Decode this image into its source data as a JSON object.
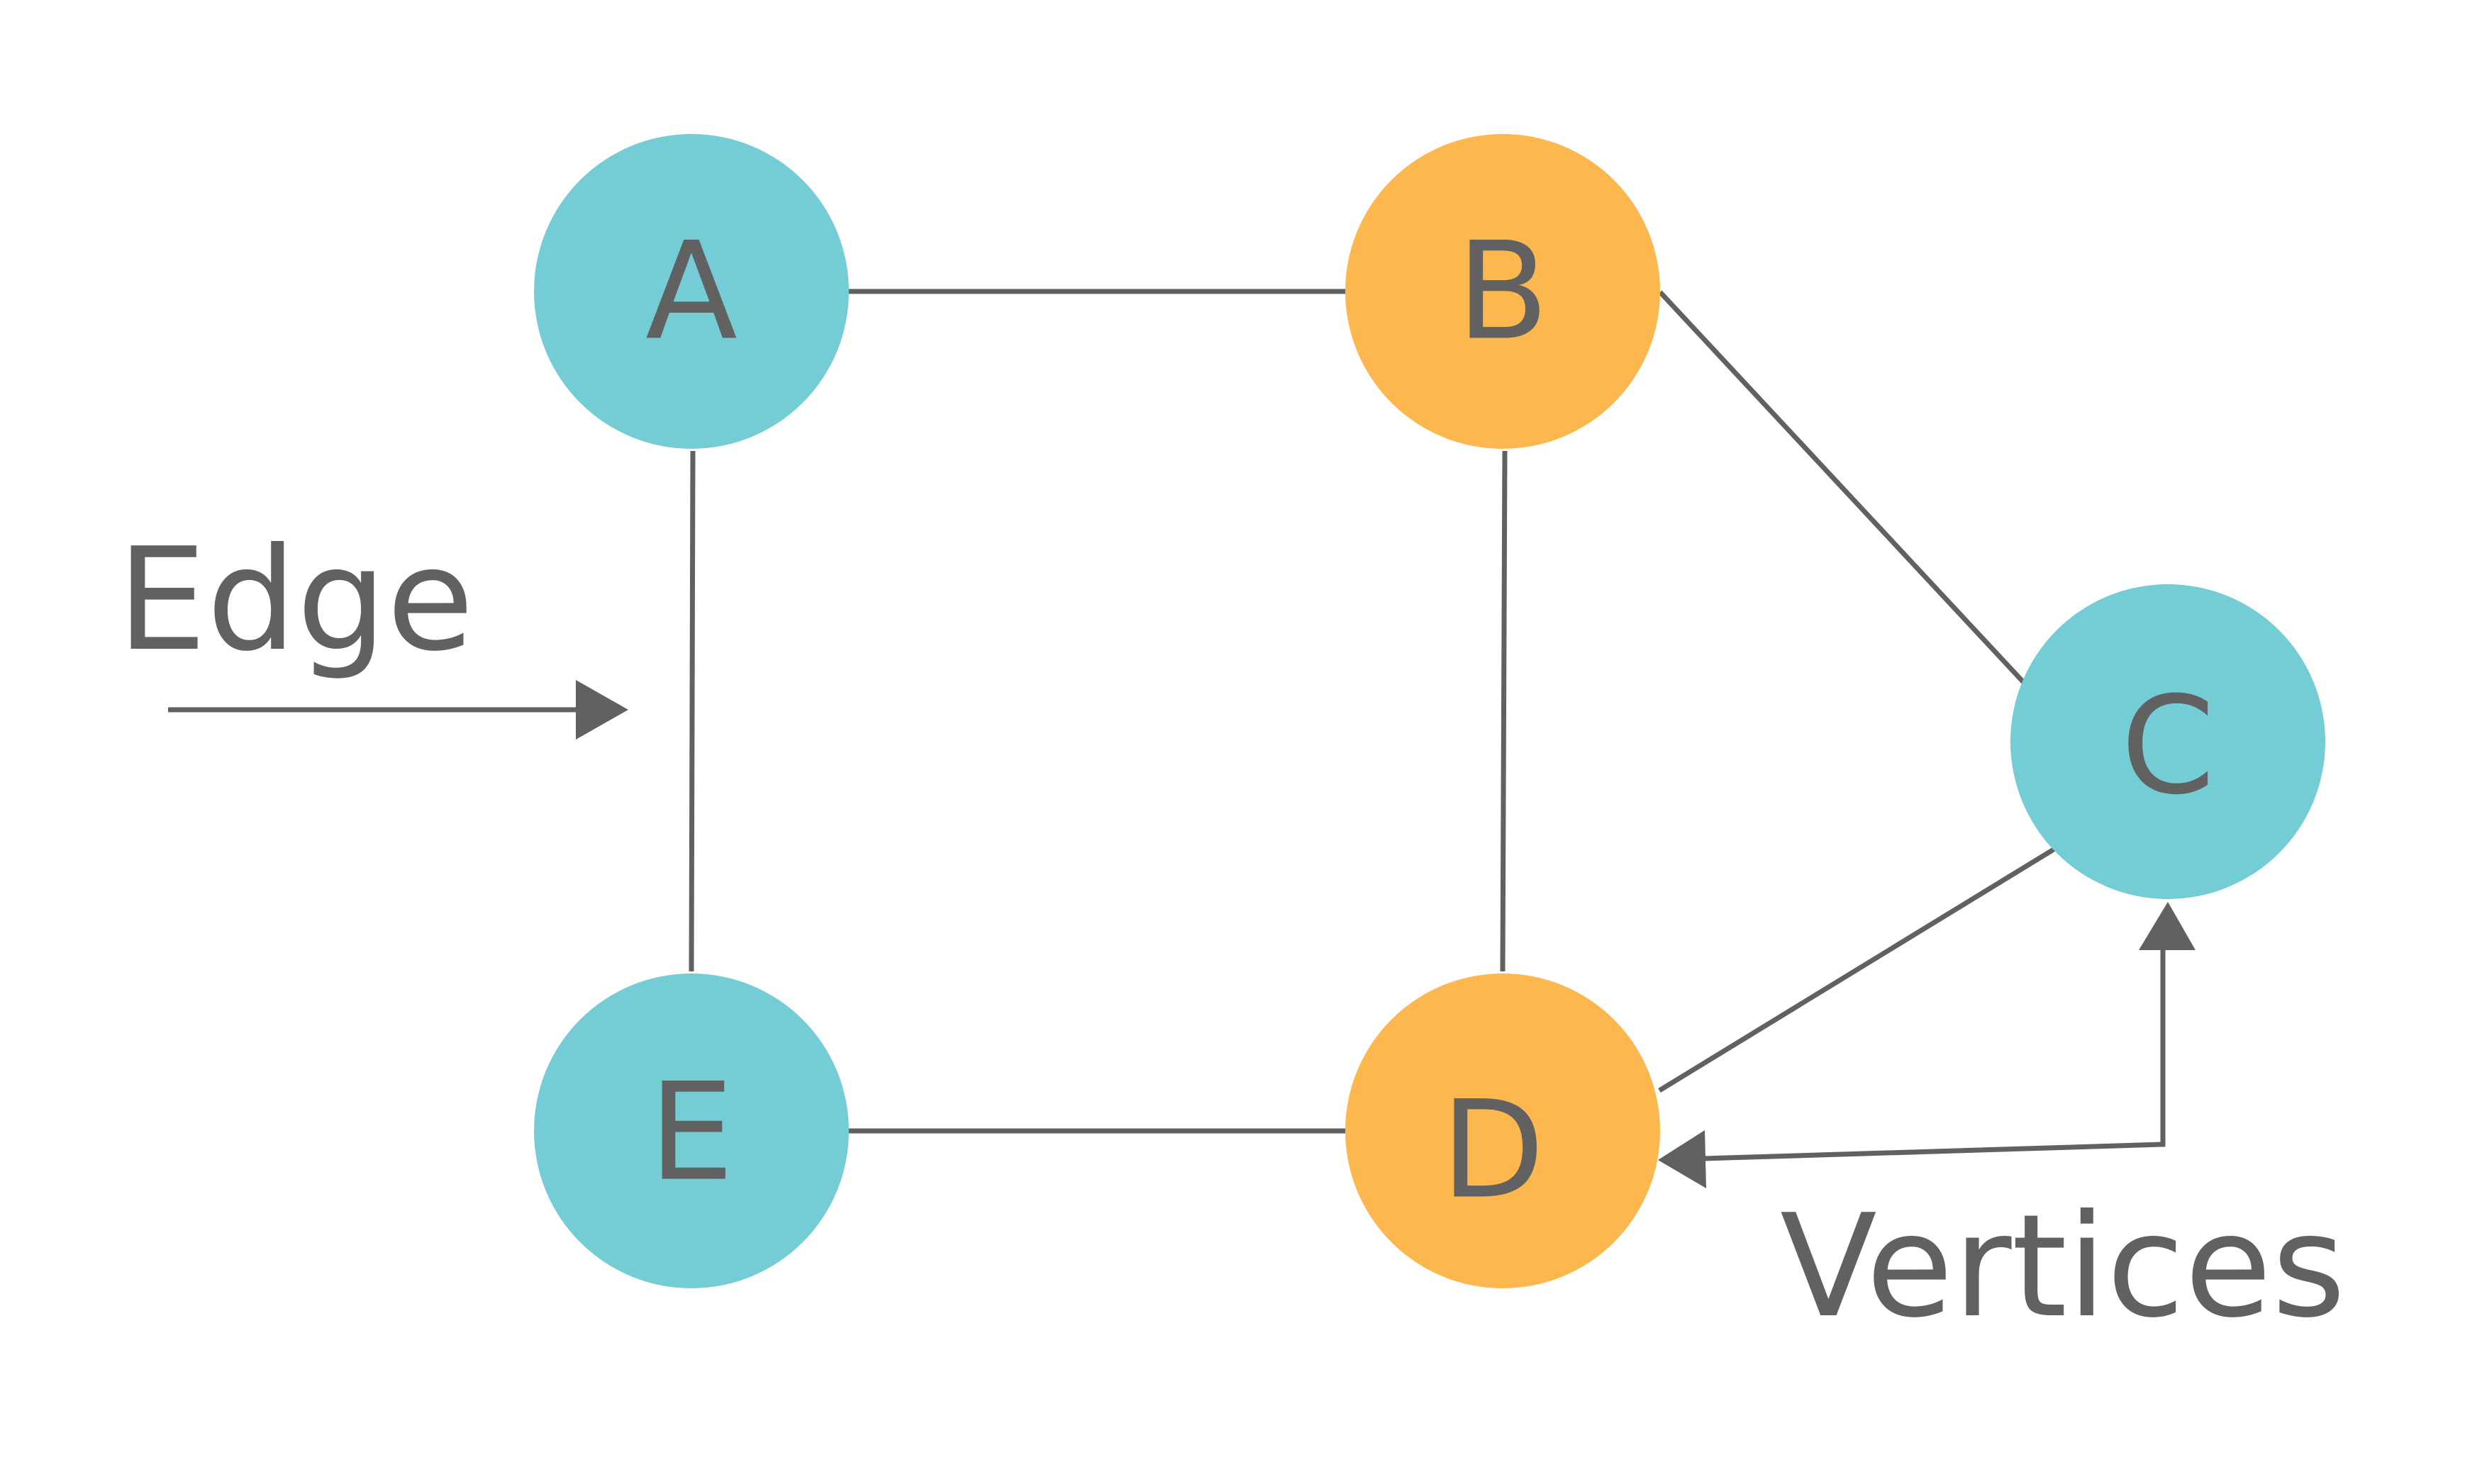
{
  "colors": {
    "teal": "#74CCD4",
    "orange": "#FCB84F",
    "ink": "#616161",
    "background": "#FFFFFF"
  },
  "nodes": [
    {
      "id": "A",
      "label": "A",
      "color": "teal"
    },
    {
      "id": "B",
      "label": "B",
      "color": "orange"
    },
    {
      "id": "C",
      "label": "C",
      "color": "teal"
    },
    {
      "id": "D",
      "label": "D",
      "color": "orange"
    },
    {
      "id": "E",
      "label": "E",
      "color": "teal"
    }
  ],
  "edges": [
    {
      "from": "A",
      "to": "B"
    },
    {
      "from": "A",
      "to": "E"
    },
    {
      "from": "B",
      "to": "D"
    },
    {
      "from": "B",
      "to": "C"
    },
    {
      "from": "C",
      "to": "D"
    },
    {
      "from": "E",
      "to": "D"
    }
  ],
  "annotations": {
    "edge_label": "Edge",
    "vertices_label": "Vertices"
  }
}
